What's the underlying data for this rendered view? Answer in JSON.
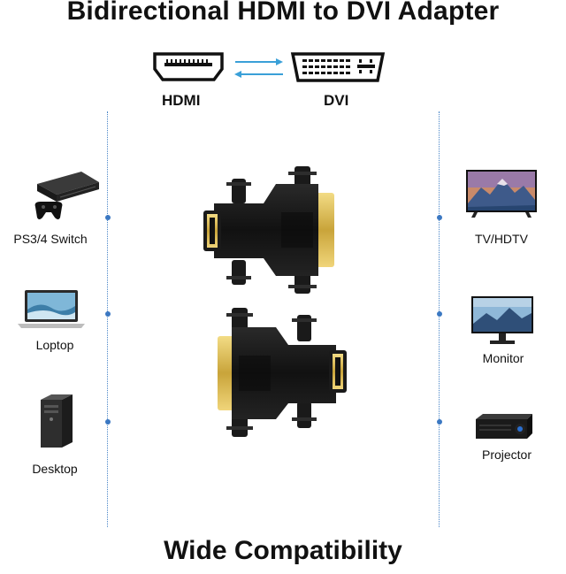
{
  "title": "Bidirectional HDMI to DVI Adapter",
  "footer": "Wide Compatibility",
  "ports": {
    "left": "HDMI",
    "right": "DVI"
  },
  "devices_left": [
    {
      "label": "PS3/4 Switch",
      "icon": "game-console-icon"
    },
    {
      "label": "Loptop",
      "icon": "laptop-icon"
    },
    {
      "label": "Desktop",
      "icon": "desktop-tower-icon"
    }
  ],
  "devices_right": [
    {
      "label": "TV/HDTV",
      "icon": "tv-icon"
    },
    {
      "label": "Monitor",
      "icon": "monitor-icon"
    },
    {
      "label": "Projector",
      "icon": "projector-icon"
    }
  ],
  "colors": {
    "accent": "#3b78c2",
    "arrow": "#3aa0d8",
    "connector_gold": "#d9b84a",
    "adapter_body": "#141414"
  }
}
